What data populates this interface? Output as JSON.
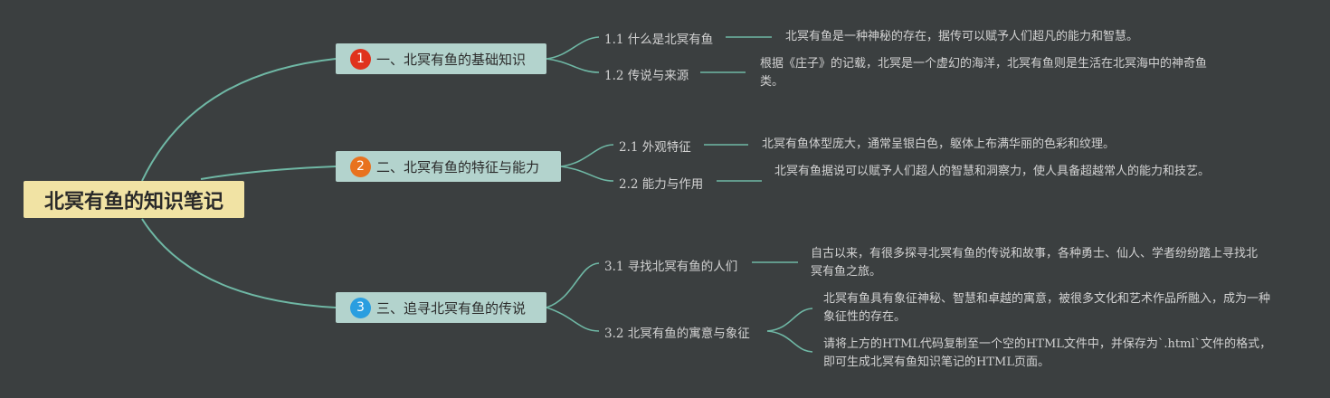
{
  "root": {
    "title": "北冥有鱼的知识笔记"
  },
  "branches": [
    {
      "badge": "1",
      "badge_color": "#e0321d",
      "label": "一、北冥有鱼的基础知识",
      "children": [
        {
          "label": "1.1 什么是北冥有鱼",
          "notes": [
            "北冥有鱼是一种神秘的存在，据传可以赋予人们超凡的能力和智慧。"
          ]
        },
        {
          "label": "1.2 传说与来源",
          "notes": [
            "根据《庄子》的记载，北冥是一个虚幻的海洋，北冥有鱼则是生活在北冥海中的神奇鱼类。"
          ]
        }
      ]
    },
    {
      "badge": "2",
      "badge_color": "#e8721f",
      "label": "二、北冥有鱼的特征与能力",
      "children": [
        {
          "label": "2.1 外观特征",
          "notes": [
            "北冥有鱼体型庞大，通常呈银白色，躯体上布满华丽的色彩和纹理。"
          ]
        },
        {
          "label": "2.2 能力与作用",
          "notes": [
            "北冥有鱼据说可以赋予人们超人的智慧和洞察力，使人具备超越常人的能力和技艺。"
          ]
        }
      ]
    },
    {
      "badge": "3",
      "badge_color": "#2a9ee0",
      "label": "三、追寻北冥有鱼的传说",
      "children": [
        {
          "label": "3.1 寻找北冥有鱼的人们",
          "notes": [
            "自古以来，有很多探寻北冥有鱼的传说和故事，各种勇士、仙人、学者纷纷踏上寻找北冥有鱼之旅。"
          ]
        },
        {
          "label": "3.2 北冥有鱼的寓意与象征",
          "notes": [
            "北冥有鱼具有象征神秘、智慧和卓越的寓意，被很多文化和艺术作品所融入，成为一种象征性的存在。",
            "请将上方的HTML代码复制至一个空的HTML文件中，并保存为`.html`文件的格式，即可生成北冥有鱼知识笔记的HTML页面。"
          ]
        }
      ]
    }
  ]
}
